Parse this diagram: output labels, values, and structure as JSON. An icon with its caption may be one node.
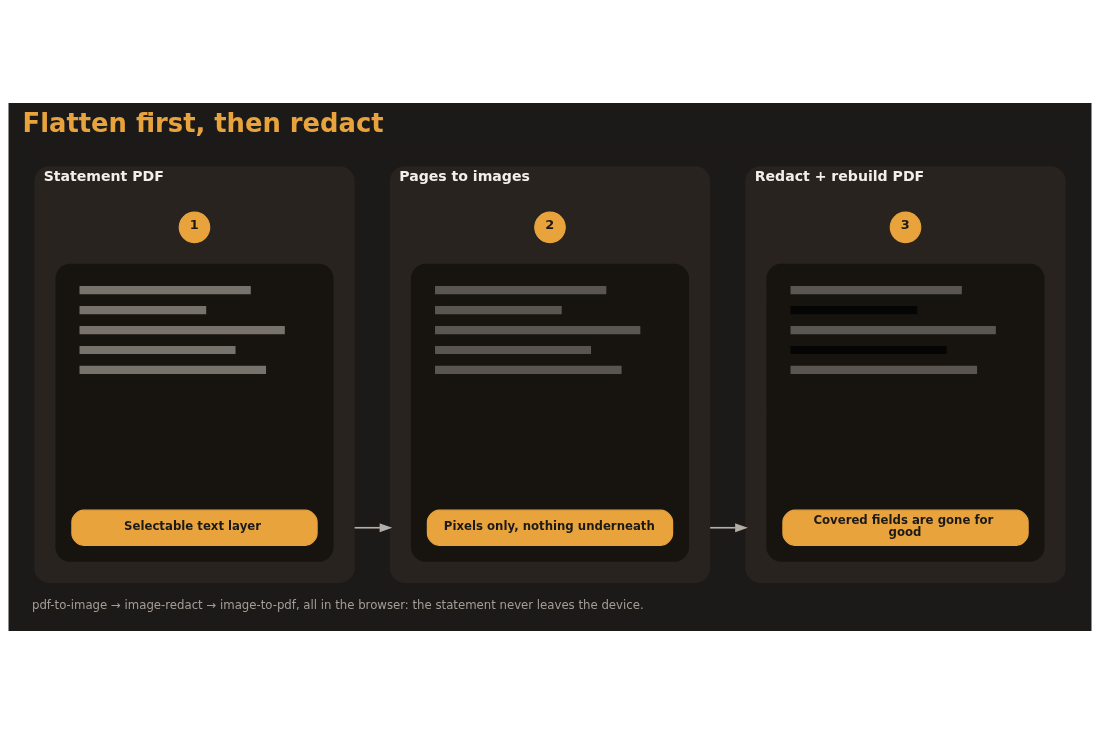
{
  "diagram": {
    "title": "Flatten first, then redact",
    "caption": "pdf-to-image → image-redact → image-to-pdf, all in the browser: the statement never leaves the device.",
    "nodes": [
      {
        "text": [
          "Statement PDF"
        ]
      },
      {
        "text": [
          "1"
        ],
        "in": 0
      },
      {
        "text": [],
        "shape": "box",
        "in": 0
      },
      {
        "text": [
          "Selectable text layer"
        ],
        "in": 2
      },
      {
        "text": [
          "Pages to images"
        ]
      },
      {
        "text": [
          "2"
        ],
        "in": 4
      },
      {
        "text": [],
        "shape": "box",
        "in": 4
      },
      {
        "text": [
          "Pixels only, nothing underneath"
        ],
        "in": 6
      },
      {
        "text": [
          "Redact + rebuild PDF"
        ]
      },
      {
        "text": [
          "3"
        ],
        "in": 8
      },
      {
        "text": [],
        "shape": "box",
        "in": 8
      },
      {
        "text": [
          "Covered fields are gone for good"
        ],
        "in": 10
      }
    ],
    "edges": [
      {
        "from": 0,
        "to": 4,
        "arrow": "to"
      },
      {
        "from": 4,
        "to": 8,
        "arrow": "to"
      }
    ]
  }
}
